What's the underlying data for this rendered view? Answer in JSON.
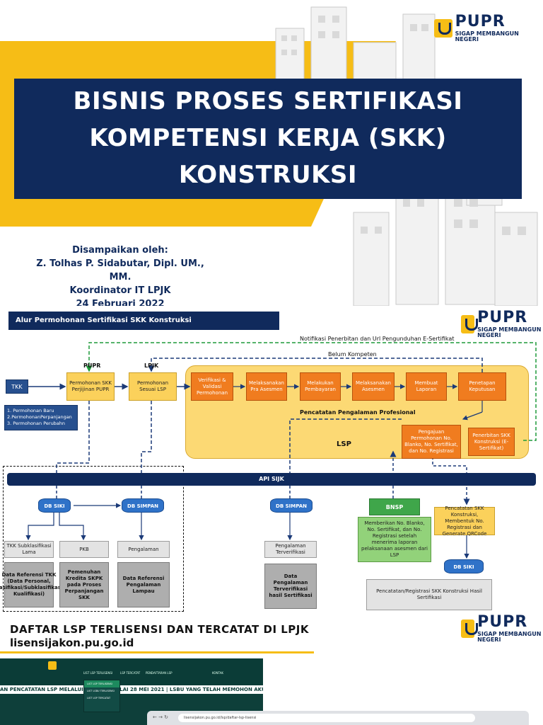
{
  "brand": {
    "name": "PUPR",
    "tagline": "SIGAP MEMBANGUN NEGERI"
  },
  "slide1": {
    "title_lines": [
      "BISNIS PROSES SERTIFIKASI",
      "KOMPETENSI KERJA (SKK)",
      "KONSTRUKSI"
    ],
    "presenter": {
      "intro": "Disampaikan oleh:",
      "name": "Z. Tolhas P. Sidabutar, Dipl. UM., MM.",
      "role": "Koordinator IT LPJK",
      "date": "24 Februari 2022"
    },
    "colors": {
      "accent": "#f6bd16",
      "navy": "#102a5c"
    }
  },
  "slide2": {
    "header": "Alur Permohonan Sertifikasi SKK Konstruksi",
    "labels": {
      "notifikasi": "Notifikasi Penerbitan dan Url Pengunduhan E-Sertifikat",
      "belum_kompeten": "Belum Kompeten",
      "pupr": "PUPR",
      "lpjk": "LPJK",
      "pencatatan_pengalaman": "Pencatatan Pengalaman Profesional",
      "lsp": "LSP",
      "api": "API SIJK"
    },
    "tkk": "TKK",
    "permohonan_types": [
      "1. Permohonan Baru",
      "2.PermohonanPerpanjangan",
      "3. Permohonan Perubahn"
    ],
    "pupr_box": "Permohonan SKK Perjijinan PUPR",
    "lpjk_box": "Permohonan Sesuai LSP",
    "lsp_steps": [
      "Verifikasi & Validasi Permohonan",
      "Melaksanakan Pra Asesmen",
      "Melakukan Pembayaran",
      "Melaksanakan Asesmen",
      "Membuat Laporan",
      "Penetapan Keputusan"
    ],
    "pengajuan": "Pengajuan Permohonan No. Blanko, No. Sertifikat, dan No. Registrasi",
    "penerbitan": "Penerbitan SKK Konstruksi (E-Sertifikat)",
    "db": {
      "siki": "DB SIKI",
      "simpan": "DB SIMPAN",
      "simpan2": "DB SIMPAN",
      "siki2": "DB SIKI"
    },
    "left_cols": [
      {
        "head": "TKK Subklasifikasi Lama",
        "body": "Data Referensi TKK (Data Personal, Klasifikasi/Subklasifikasi, Kualifikasi)"
      },
      {
        "head": "PKB",
        "body": "Pemenuhan Kredita SKPK pada Proses Perpanjangan SKK"
      },
      {
        "head": "Pengalaman",
        "body": "Data Referensi Pengalaman Lampau"
      }
    ],
    "mid_col": {
      "head": "Pengalaman Terverifikasi",
      "body": "Data Pengalaman Terverifikasi hasil Sertifikasi"
    },
    "bnsp": {
      "head": "BNSP",
      "body": "Memberikan No. Blanko, No. Sertifikat, dan No. Registrasi setelah menerima laporan pelaksanaan asesmen dari LSP"
    },
    "pencatatan_skk": "Pencatatan SKK Konstruksi, Membentuk No. Registrasi dan Generate QRCode",
    "pencatatan_hasil": "Pencatatan/Registrasi SKK Konstruksi Hasil Sertifikasi"
  },
  "slide3": {
    "title": "DAFTAR LSP TERLISENSI DAN TERCATAT DI LPJK",
    "url": "lisensijakon.pu.go.id",
    "ticker": "AN PENCATATAN LSP MELALUI APLIKASI ... LAI 28 MEI 2021 | LSBU YANG TELAH MEMOHON AKUN SEBELUM LAUNG",
    "nav_items": [
      "LIST LSP TERLISENSI",
      "LSP TERCATAT",
      "PENDAFTARAN LSP",
      "KONTAK"
    ],
    "dropdown": [
      "LIST LSP TERLISENSI",
      "LIST LSBU TERLISENSI",
      "LIST LSP TERCATAT"
    ],
    "browser_address": "lisensijakon.pu.go.id/lsp/daftar-lsp-lisensi"
  }
}
